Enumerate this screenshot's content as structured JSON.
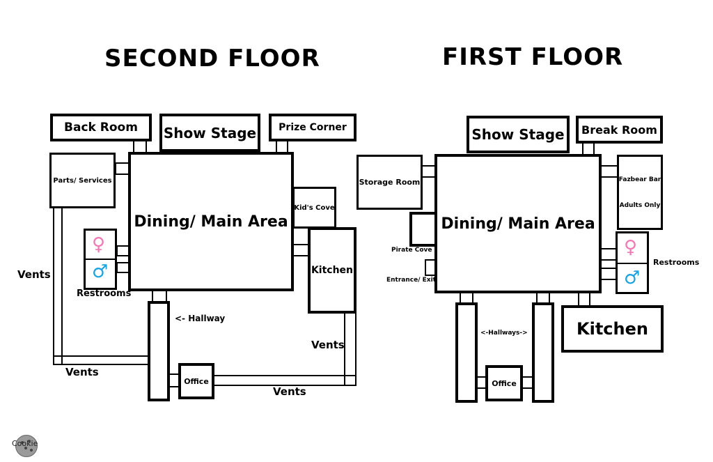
{
  "second_floor": {
    "title": "SECOND FLOOR",
    "back_room": "Back Room",
    "show_stage": "Show Stage",
    "prize_corner": "Prize Corner",
    "parts_services": "Parts/ Services",
    "dining": "Dining/ Main Area",
    "kids_cove": "Kid's Cove",
    "kitchen": "Kitchen",
    "restrooms": "Restrooms",
    "hallway": "<- Hallway",
    "office": "Office",
    "vents_left": "Vents",
    "vents_bottom_left": "Vents",
    "vents_right": "Vents",
    "vents_bottom": "Vents",
    "female_symbol": "♀",
    "male_symbol": "♂"
  },
  "first_floor": {
    "title": "FIRST FLOOR",
    "show_stage": "Show Stage",
    "break_room": "Break Room",
    "storage_room": "Storage Room",
    "dining": "Dining/ Main Area",
    "fazbear_bar": "Fazbear Bar",
    "adults_only": "Adults Only",
    "restrooms": "Restrooms",
    "pirate_cove": "Pirate Cove",
    "entrance_exit": "Entrance/ Exit",
    "hallways": "<-Hallways->",
    "office": "Office",
    "kitchen": "Kitchen",
    "female_symbol": "♀",
    "male_symbol": "♂"
  },
  "watermark": "Cookie",
  "colors": {
    "female": "#f27ab4",
    "male": "#1aa3e0"
  }
}
